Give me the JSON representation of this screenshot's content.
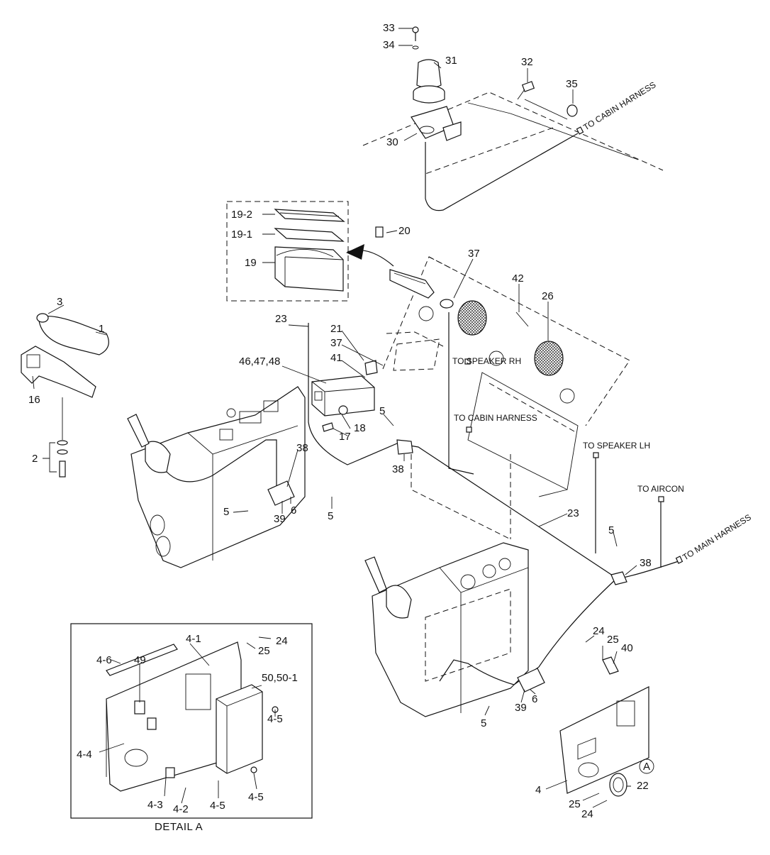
{
  "callouts": {
    "c33": "33",
    "c34": "34",
    "c31": "31",
    "c32": "32",
    "c35": "35",
    "c30": "30",
    "c19_2": "19-2",
    "c19_1": "19-1",
    "c19": "19",
    "c20": "20",
    "c37a": "37",
    "c42": "42",
    "c26": "26",
    "c3": "3",
    "c1": "1",
    "c16": "16",
    "c2": "2",
    "c23a": "23",
    "c21": "21",
    "c37b": "37",
    "c41": "41",
    "c464748": "46,47,48",
    "c5a": "5",
    "c17": "17",
    "c18": "18",
    "c38a": "38",
    "c38b": "38",
    "c5b": "5",
    "c39a": "39",
    "c6a": "6",
    "c5c": "5",
    "c23b": "23",
    "c5d": "5",
    "c38c": "38",
    "c24a": "24",
    "c25a": "25",
    "c40": "40",
    "c39b": "39",
    "c6b": "6",
    "c5e": "5",
    "c4": "4",
    "c22": "22",
    "c25b": "25",
    "c24b": "24",
    "cA": "A",
    "d4_1": "4-1",
    "d24": "24",
    "d25": "25",
    "d4_6": "4-6",
    "d49": "49",
    "d50": "50,50-1",
    "d4_5a": "4-5",
    "d4_4": "4-4",
    "d4_3": "4-3",
    "d4_2": "4-2",
    "d4_5b": "4-5",
    "d4_5c": "4-5"
  },
  "notes": {
    "to_cabin_harness_top": "TO CABIN HARNESS",
    "to_speaker_rh": "TO SPEAKER RH",
    "to_cabin_harness_mid": "TO CABIN HARNESS",
    "to_speaker_lh": "TO SPEAKER LH",
    "to_aircon": "TO AIRCON",
    "to_main_harness": "TO MAIN HARNESS"
  },
  "detail_title": "DETAIL  A"
}
